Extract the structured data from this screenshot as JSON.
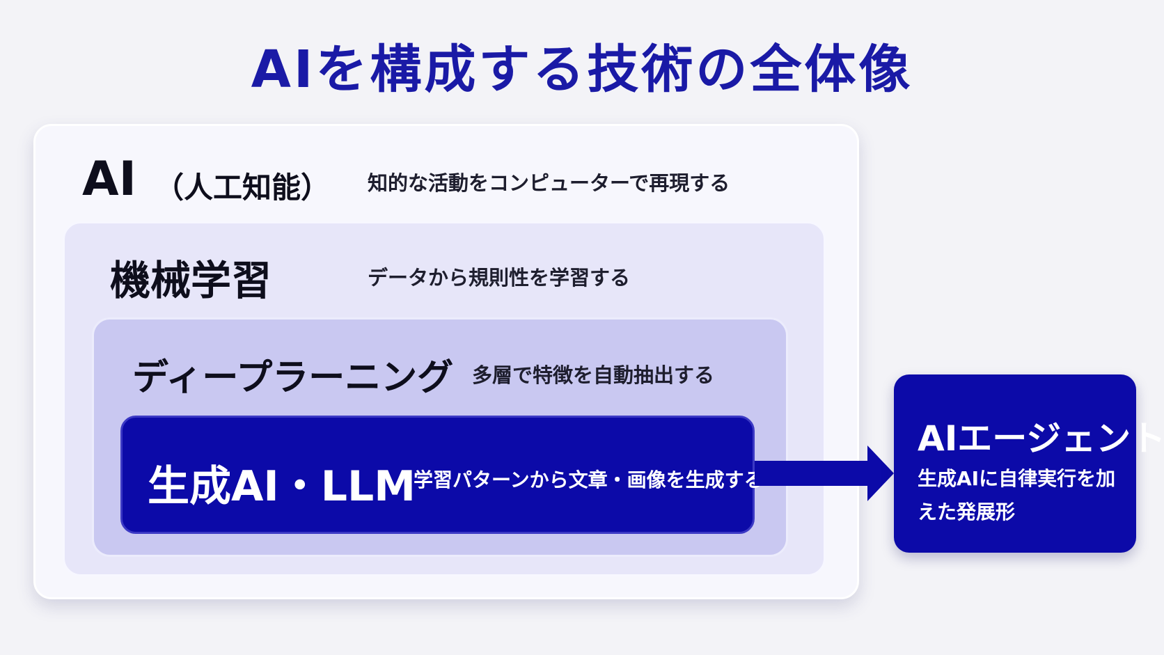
{
  "title": "AIを構成する技術の全体像",
  "levels": {
    "ai": {
      "label": "AI",
      "sub": "（人工知能）",
      "description": "知的な活動をコンピューターで再現する"
    },
    "ml": {
      "label": "機械学習",
      "description": "データから規則性を学習する"
    },
    "dl": {
      "label": "ディープラーニング",
      "description": "多層で特徴を自動抽出する"
    },
    "gen": {
      "label": "生成AI・LLM",
      "description": "学習パターンから文章・画像を生成する"
    }
  },
  "agent": {
    "label": "AIエージェント",
    "description": "生成AIに自律実行を加えた発展形"
  },
  "colors": {
    "title": "#1a1aa6",
    "accent": "#0c0aa8",
    "level_ai": "#f7f7fd",
    "level_ml": "#e7e6f9",
    "level_dl": "#c9c8f1"
  }
}
